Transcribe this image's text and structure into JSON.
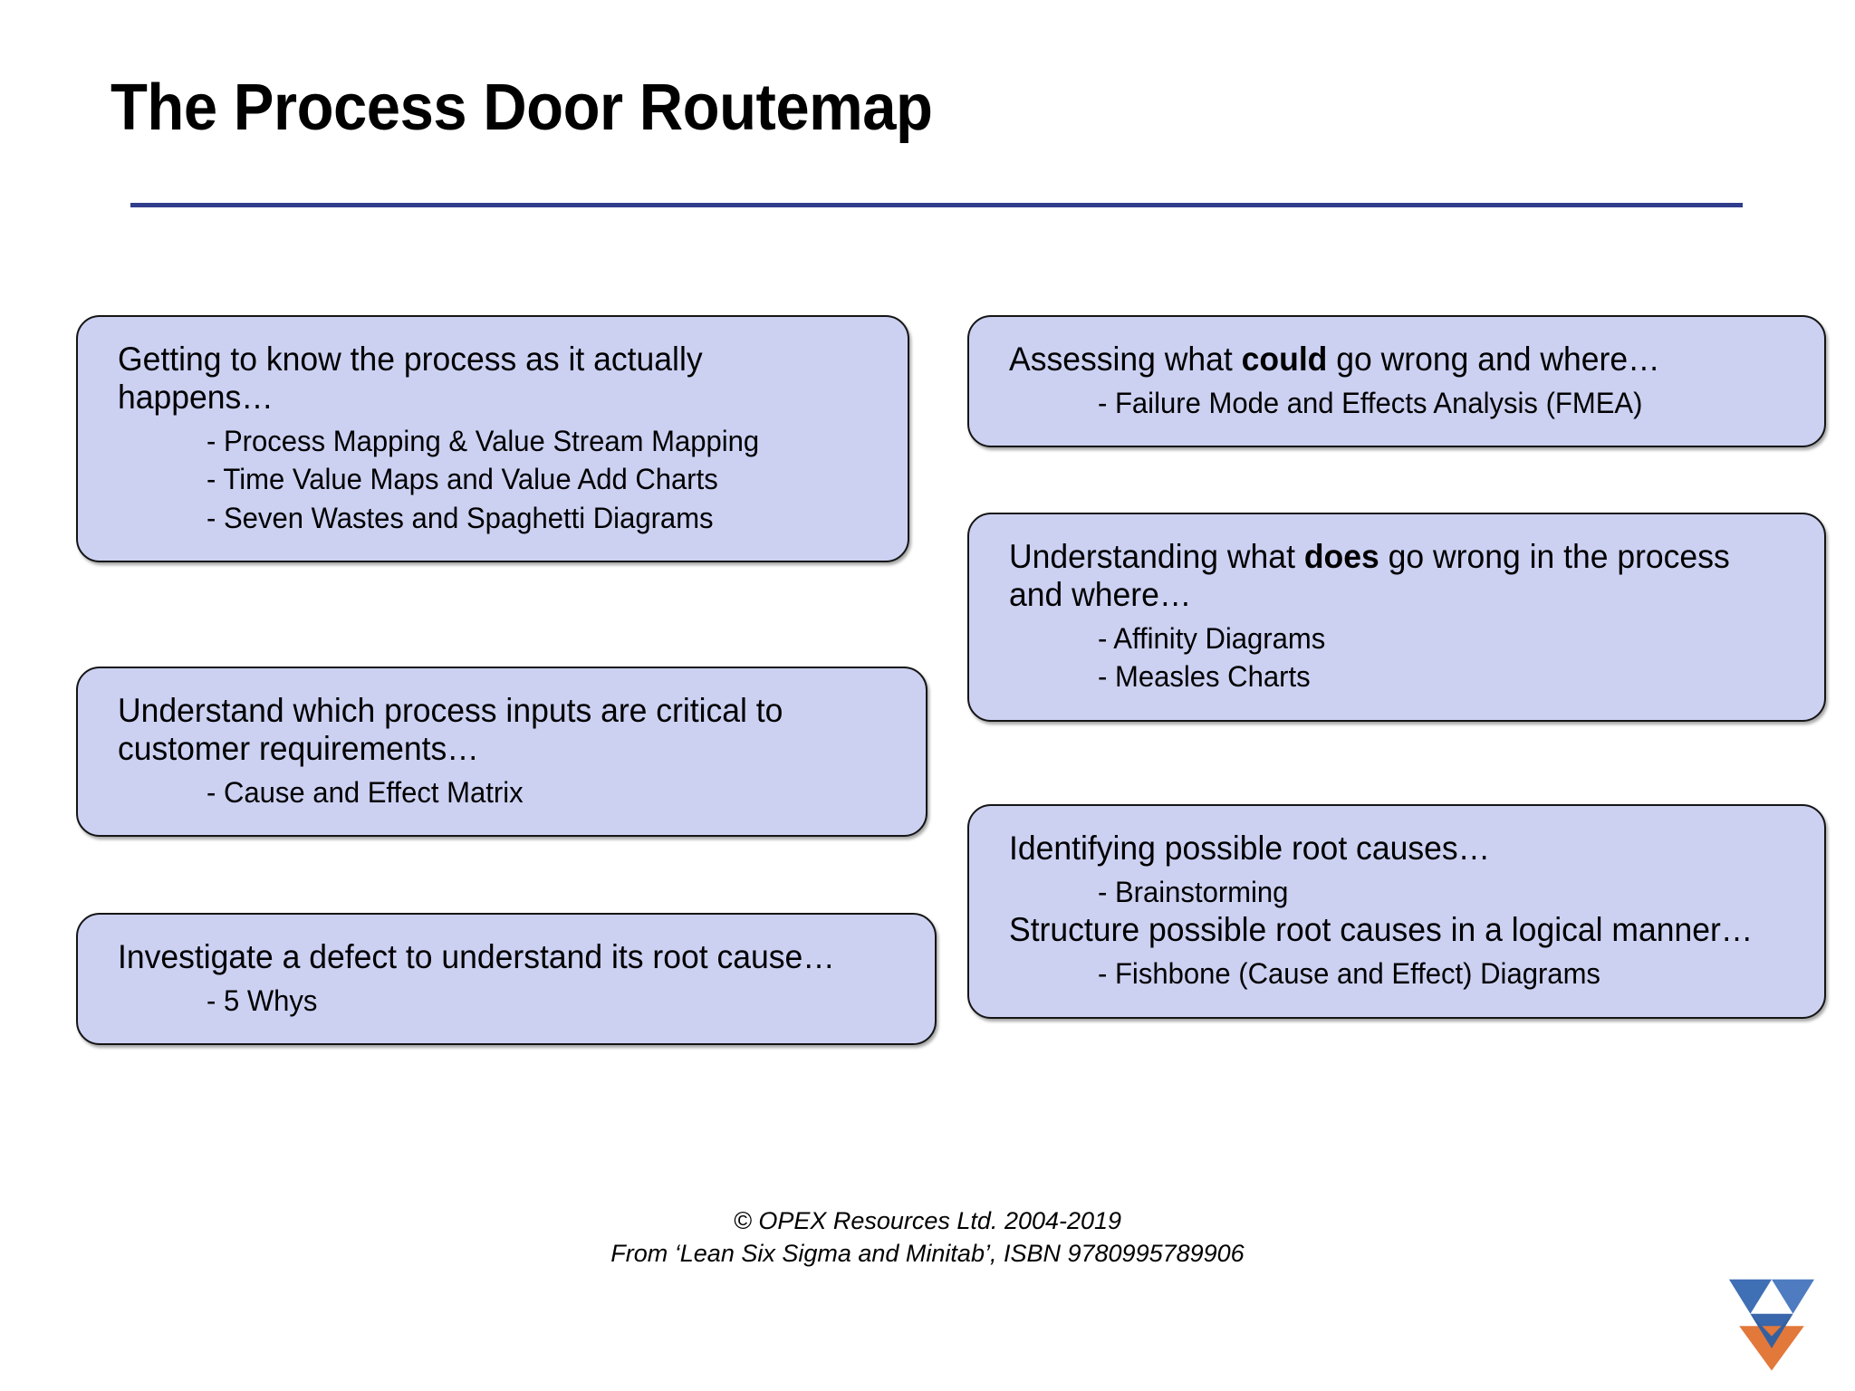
{
  "slide": {
    "title": "The Process Door Routemap",
    "accent_rule_color": "#2f3d8c",
    "box_fill_color": "#ccd1f2",
    "box_border_color": "#151515"
  },
  "left_column": {
    "boxes": [
      {
        "id": "box-process",
        "headline_prefix": "Getting to know the process as it actually happens…",
        "bullets": [
          "- Process Mapping & Value Stream Mapping",
          "- Time Value Maps and Value Add Charts",
          "- Seven Wastes and Spaghetti Diagrams"
        ]
      },
      {
        "id": "box-inputs",
        "headline_prefix": "Understand which process inputs are critical to customer requirements…",
        "bullets": [
          "- Cause and Effect Matrix"
        ]
      },
      {
        "id": "box-defect",
        "headline_prefix": "Investigate a defect to understand its root cause…",
        "bullets": [
          "- 5 Whys"
        ]
      }
    ]
  },
  "right_column": {
    "boxes": [
      {
        "id": "box-fmea",
        "headline_prefix": "Assessing what ",
        "headline_bold": "could",
        "headline_suffix": " go wrong and where…",
        "bullets": [
          "- Failure Mode and Effects Analysis (FMEA)"
        ]
      },
      {
        "id": "box-does",
        "headline_prefix": "Understanding what ",
        "headline_bold": "does",
        "headline_suffix": " go wrong in the process and where…",
        "bullets": [
          "- Affinity Diagrams",
          "- Measles Charts"
        ]
      },
      {
        "id": "box-rootcause",
        "headline_prefix": "Identifying possible root causes…",
        "bullets": [
          "- Brainstorming"
        ],
        "headline2": "Structure possible root causes in a logical manner…",
        "bullets2": [
          "- Fishbone (Cause and Effect) Diagrams"
        ]
      }
    ]
  },
  "footer": {
    "line1": "© OPEX Resources Ltd. 2004-2019",
    "line2": "From ‘Lean Six Sigma and Minitab’, ISBN 9780995789906"
  },
  "logo": {
    "name": "opex-chevron-logo",
    "blue": "#2f63b0",
    "orange": "#e2783a"
  }
}
